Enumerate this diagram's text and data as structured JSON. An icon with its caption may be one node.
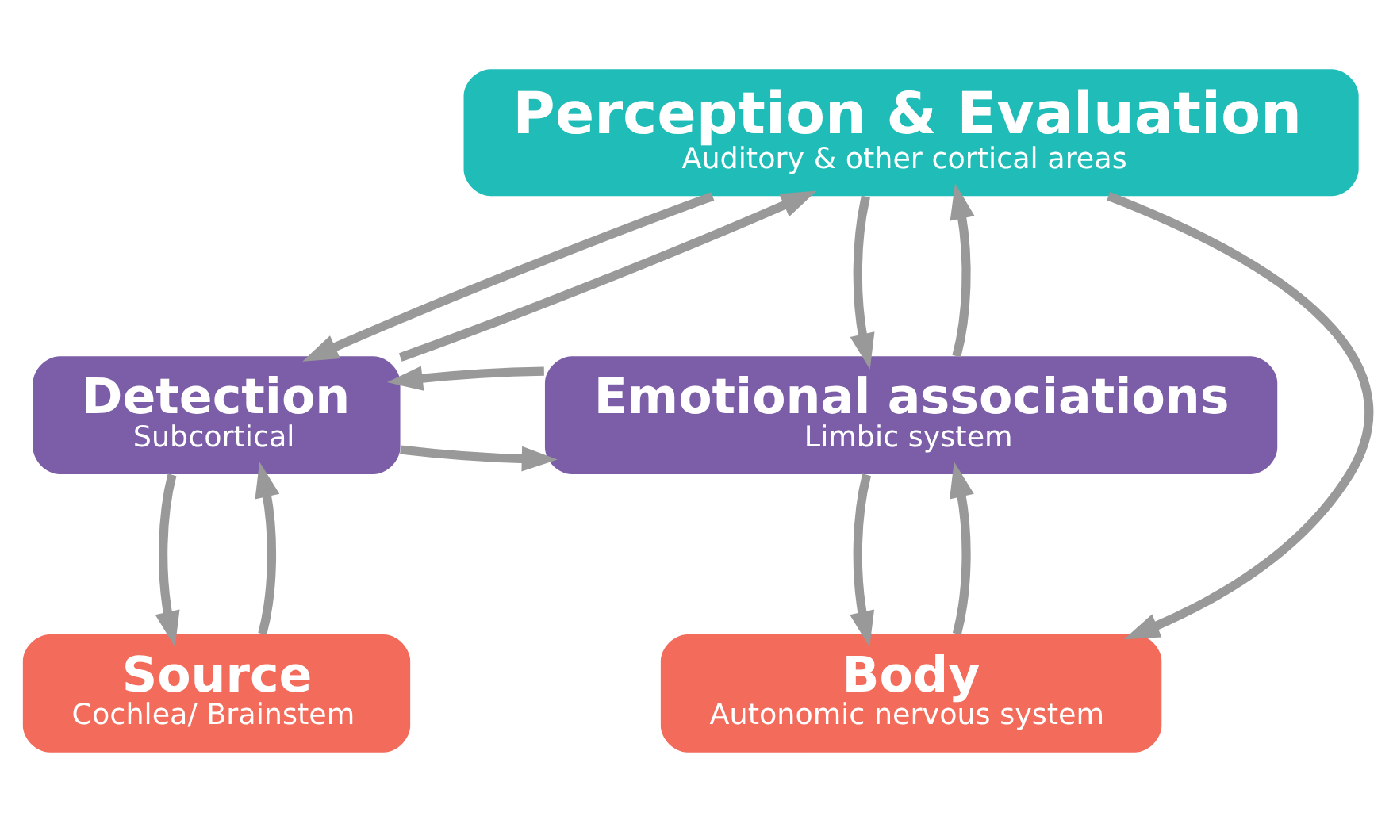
{
  "diagram": {
    "nodes": [
      {
        "text": [
          "Perception & Evaluation",
          "Auditory & other cortical areas"
        ]
      },
      {
        "text": [
          "Detection",
          "Subcortical"
        ]
      },
      {
        "text": [
          "Emotional associations",
          "Limbic system"
        ]
      },
      {
        "text": [
          "Source",
          "Cochlea/ Brainstem"
        ]
      },
      {
        "text": [
          "Body",
          "Autonomic nervous system"
        ]
      }
    ],
    "edges": [
      {
        "from": 1,
        "to": 0,
        "arrow": "to"
      },
      {
        "from": 0,
        "to": 1,
        "arrow": "to"
      },
      {
        "from": 1,
        "to": 2,
        "arrow": "to"
      },
      {
        "from": 2,
        "to": 1,
        "arrow": "to"
      },
      {
        "from": 2,
        "to": 0,
        "arrow": "to"
      },
      {
        "from": 0,
        "to": 2,
        "arrow": "to"
      },
      {
        "from": 3,
        "to": 1,
        "arrow": "to"
      },
      {
        "from": 1,
        "to": 3,
        "arrow": "to"
      },
      {
        "from": 4,
        "to": 2,
        "arrow": "to"
      },
      {
        "from": 2,
        "to": 4,
        "arrow": "to"
      },
      {
        "from": 0,
        "to": 4,
        "arrow": "to"
      }
    ]
  }
}
